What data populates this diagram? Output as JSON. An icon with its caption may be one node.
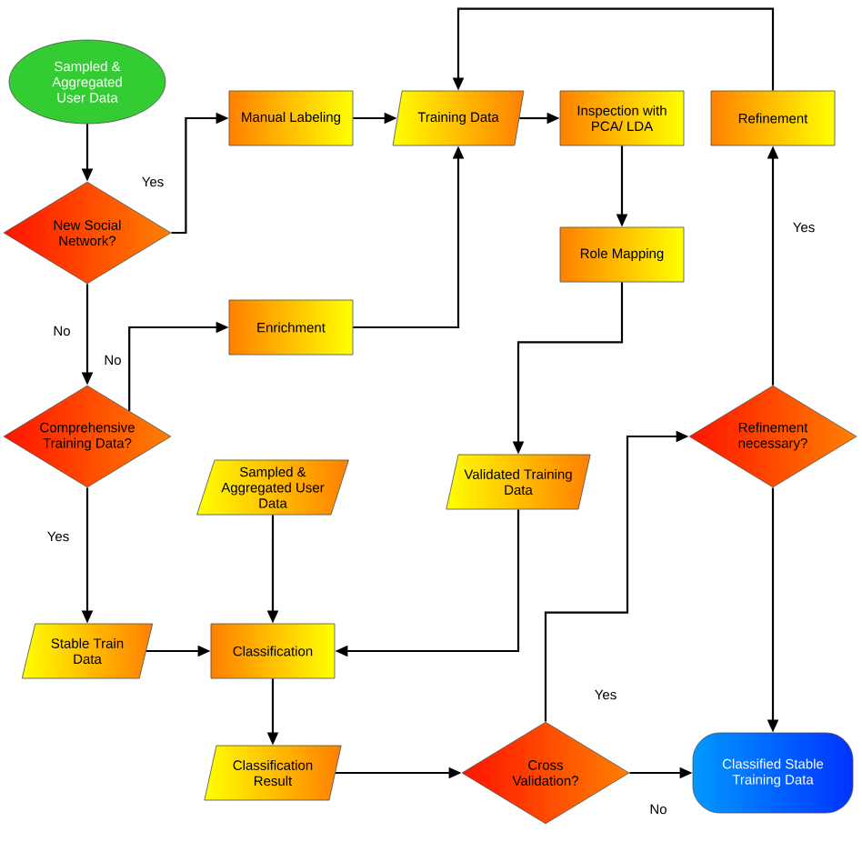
{
  "diagram": {
    "nodes": [
      {
        "text": [
          "Sampled & Aggregated User Data"
        ]
      },
      {
        "text": [
          "New Social Network?"
        ]
      },
      {
        "text": [
          "Manual Labeling"
        ]
      },
      {
        "text": [
          "Training Data"
        ]
      },
      {
        "text": [
          "Inspection with PCA/ LDA"
        ]
      },
      {
        "text": [
          "Refinement"
        ]
      },
      {
        "text": [
          "Enrichment"
        ]
      },
      {
        "text": [
          "Role Mapping"
        ]
      },
      {
        "text": [
          "Comprehensive Training Data?"
        ]
      },
      {
        "text": [
          "Refinement necessary?"
        ]
      },
      {
        "text": [
          "Sampled & Aggregated User Data"
        ]
      },
      {
        "text": [
          "Validated Training Data"
        ]
      },
      {
        "text": [
          "Stable Train Data"
        ]
      },
      {
        "text": [
          "Classification"
        ]
      },
      {
        "text": [
          "Classification Result"
        ]
      },
      {
        "text": [
          "Cross Validation?"
        ]
      },
      {
        "text": [
          "Classified Stable Training Data"
        ]
      }
    ],
    "edges": [
      {
        "from": 0,
        "to": 1,
        "arrow": "to"
      },
      {
        "from": 1,
        "to": 2,
        "arrow": "to",
        "label": "Yes"
      },
      {
        "from": 1,
        "to": 8,
        "arrow": "to",
        "label": "No"
      },
      {
        "from": 8,
        "to": 6,
        "arrow": "to",
        "label": "No"
      },
      {
        "from": 8,
        "to": 12,
        "arrow": "to",
        "label": "Yes"
      },
      {
        "from": 2,
        "to": 3,
        "arrow": "to"
      },
      {
        "from": 6,
        "to": 3,
        "arrow": "to"
      },
      {
        "from": 3,
        "to": 4,
        "arrow": "to"
      },
      {
        "from": 4,
        "to": 7,
        "arrow": "to"
      },
      {
        "from": 7,
        "to": 11,
        "arrow": "to"
      },
      {
        "from": 11,
        "to": 13,
        "arrow": "to"
      },
      {
        "from": 10,
        "to": 13,
        "arrow": "to"
      },
      {
        "from": 12,
        "to": 13,
        "arrow": "to"
      },
      {
        "from": 13,
        "to": 14,
        "arrow": "to"
      },
      {
        "from": 14,
        "to": 15,
        "arrow": "to"
      },
      {
        "from": 15,
        "to": 9,
        "arrow": "to",
        "label": "Yes"
      },
      {
        "from": 15,
        "to": 16,
        "arrow": "to",
        "label": "No"
      },
      {
        "from": 9,
        "to": 16,
        "arrow": "to"
      },
      {
        "from": 9,
        "to": 5,
        "arrow": "to",
        "label": "Yes"
      },
      {
        "from": 5,
        "to": 3,
        "arrow": "to"
      }
    ]
  }
}
